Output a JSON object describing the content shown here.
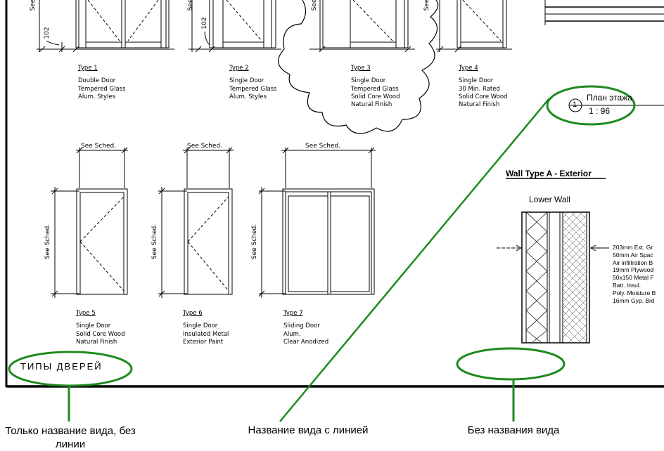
{
  "doors": [
    {
      "type": "Type 1",
      "lines": [
        "Double Door",
        "Tempered Glass",
        "Alum. Styles"
      ]
    },
    {
      "type": "Type 2",
      "lines": [
        "Single Door",
        "Tempered Glass",
        "Alum. Styles"
      ]
    },
    {
      "type": "Type 3",
      "lines": [
        "Single Door",
        "Tempered Glass",
        "Solid Core Wood",
        "Natural Finish"
      ]
    },
    {
      "type": "Type 4",
      "lines": [
        "Single Door",
        "30 Min. Rated",
        "Solid Core Wood",
        "Natural Finish"
      ]
    },
    {
      "type": "Type 5",
      "lines": [
        "Single Door",
        "Solid Core Wood",
        "Natural Finish"
      ]
    },
    {
      "type": "Type 6",
      "lines": [
        "Single Door",
        "Insulated Metal",
        "Exterior Paint"
      ]
    },
    {
      "type": "Type 7",
      "lines": [
        "Sliding Door",
        "Alum.",
        "Clear Anodized"
      ]
    }
  ],
  "dims": {
    "see_sched": "See Sched.",
    "see": "See",
    "d102": "102"
  },
  "view_tag": {
    "number": "1",
    "name": "План этажа",
    "scale": "1 : 96"
  },
  "wall": {
    "title": "Wall Type A - Exterior",
    "label": "Lower Wall",
    "materials": [
      "203mm Ext. Gr",
      "50mm Air Spac",
      "Air infiltration B",
      "19mm Plywood",
      "50x150 Metal F",
      "Batt. Insul.",
      "Poly. Moisture B",
      "16mm Gyp. Brd"
    ]
  },
  "sheet_view_title": "ТИПЫ ДВЕРЕЙ",
  "callouts": {
    "left": [
      "Только название вида, без",
      "линии"
    ],
    "middle": "Название вида с линией",
    "right": "Без названия вида"
  },
  "colors": {
    "highlight": "#1f8a1f",
    "ink": "#000000"
  }
}
